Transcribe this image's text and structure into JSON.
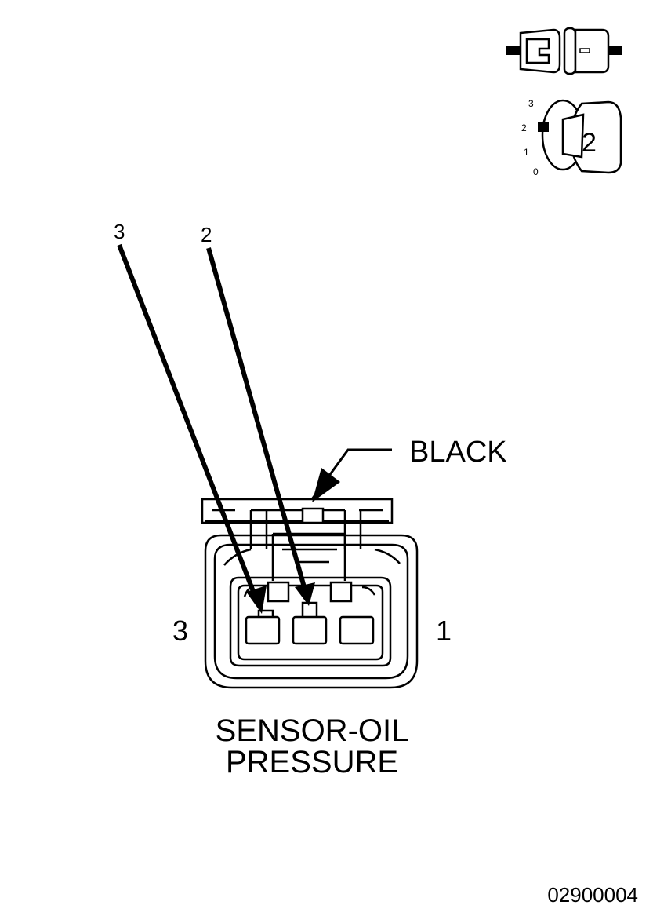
{
  "locator": {
    "scale_labels": [
      "3",
      "2",
      "1",
      "0"
    ],
    "cavity_count": "2"
  },
  "callouts": {
    "left_wire": "3",
    "right_wire": "2"
  },
  "connector_color": "BLACK",
  "pin_labels": {
    "left": "3",
    "right": "1"
  },
  "title": {
    "line1": "SENSOR-OIL",
    "line2": "PRESSURE"
  },
  "figure_id": "02900004"
}
